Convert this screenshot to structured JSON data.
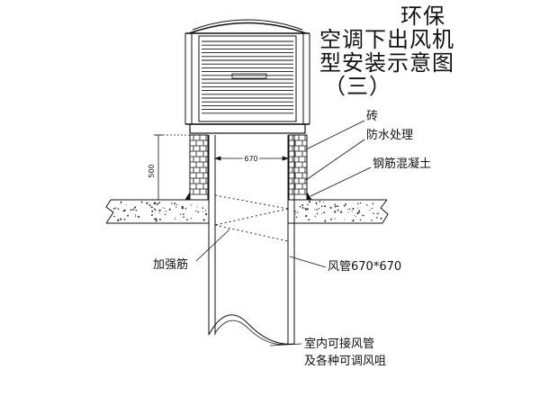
{
  "title": {
    "line1": "环保",
    "line2": "空调下出风机",
    "line3": "型安装示意图",
    "line4": "（三）"
  },
  "labels": {
    "brick": "砖",
    "waterproof": "防水处理",
    "concrete": "钢筋混凝土",
    "stiffener": "加强筋",
    "duct": "风管670*670",
    "indoor_line1": "室内可接风管",
    "indoor_line2": "及各种可调风咀"
  },
  "dimensions": {
    "width": "670",
    "height": "500"
  }
}
